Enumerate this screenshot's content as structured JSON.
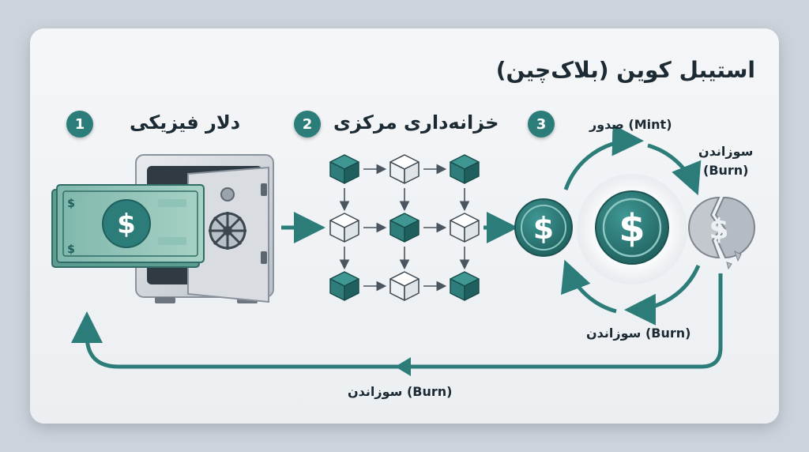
{
  "title": "استیبل کوین (بلاک‌چین)",
  "steps": [
    {
      "number": "1",
      "label": "دلار فیزیکی"
    },
    {
      "number": "2",
      "label": "خزانه‌داری مرکزی"
    },
    {
      "number": "3",
      "label": ""
    }
  ],
  "cycle": {
    "mint": "صدور (Mint)",
    "burn_right_fa": "سوزاندن",
    "burn_right_en": "(Burn)",
    "burn_lower": "سوزاندن (Burn)"
  },
  "return_flow": {
    "burn_label": "سوزاندن (Burn)"
  },
  "icons": {
    "money": "dollar-bill-icon",
    "safe": "vault-icon",
    "network": "cube-network-icon",
    "coin": "dollar-coin-icon",
    "broken_coin": "broken-coin-icon"
  },
  "colors": {
    "teal": "#2c7c7a",
    "dark_teal": "#1f5f5d",
    "cube_teal": "#2e7d7b",
    "background": "#cdd3db",
    "card": "#eef1f4"
  }
}
